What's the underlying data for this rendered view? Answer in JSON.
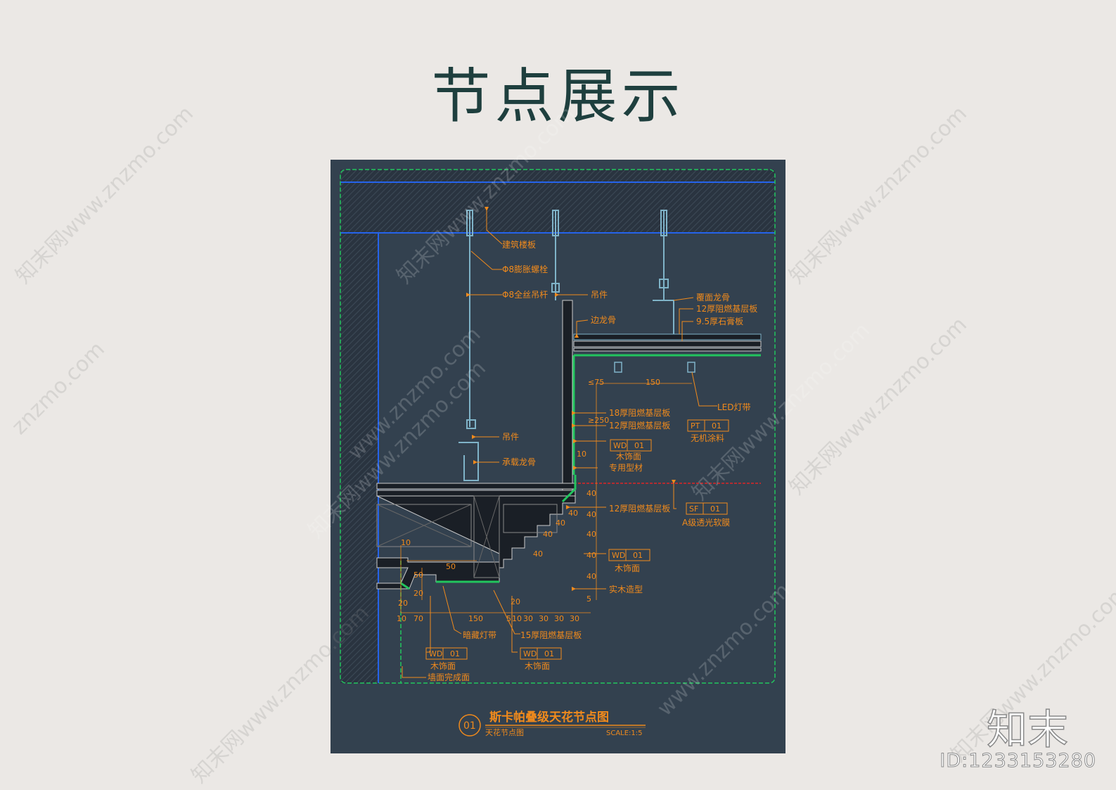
{
  "page": {
    "title": "节点展示"
  },
  "drawing": {
    "title": "斯卡帕叠级天花节点图",
    "subtitle": "天花节点图",
    "number": "01",
    "scale": "SCALE:1:5",
    "labels": {
      "slab": "建筑楼板",
      "bolt": "Φ8膨胀螺栓",
      "rod": "Φ8全丝吊杆",
      "hanger_top": "吊件",
      "edge_keel": "边龙骨",
      "cover_keel": "覆面龙骨",
      "board12_top": "12厚阻燃基层板",
      "gypsum": "9.5厚石膏板",
      "led": "LED灯带",
      "board18": "18厚阻燃基层板",
      "board12_mid": "12厚阻燃基层板",
      "paint": "无机涂料",
      "wood_veneer_1": "木饰面",
      "profile": "专用型材",
      "hanger_low": "吊件",
      "main_keel": "承载龙骨",
      "board12_low": "12厚阻燃基层板",
      "film": "A级透光软膜",
      "wood_veneer_2": "木饰面",
      "solid_wood": "实木造型",
      "hidden_light": "暗藏灯带",
      "board15": "15厚阻燃基层板",
      "wood_veneer_3": "木饰面",
      "wood_veneer_4": "木饰面",
      "wall_finish": "墙面完成面"
    },
    "tags": {
      "pt": [
        "PT",
        "01"
      ],
      "wd1": [
        "WD",
        "01"
      ],
      "sf": [
        "SF",
        "01"
      ],
      "wd2": [
        "WD",
        "01"
      ],
      "wd3": [
        "WD",
        "01"
      ],
      "wd4": [
        "WD",
        "01"
      ]
    },
    "dims": {
      "d75": "≤75",
      "d150a": "150",
      "d250": "≥250",
      "d10a": "10",
      "d40a": "40",
      "d40b": "40",
      "d40c": "40",
      "d40d": "40",
      "d40e": "40",
      "d40f": "40",
      "d40g": "40",
      "d40h": "40",
      "d40i": "40",
      "d5": "5",
      "d10b": "10",
      "d50a": "50",
      "d50b": "50",
      "d20a": "20",
      "d20b": "20",
      "d20c": "20",
      "d10c": "10",
      "d70": "70",
      "d150b": "150",
      "d5b": "5",
      "d10d": "10",
      "d30a": "30",
      "d30b": "30",
      "d30c": "30",
      "d30d": "30"
    }
  },
  "watermarks": {
    "site": "www.znzmo.com",
    "brand_site": "知末网www.znzmo.com",
    "short": "znzmo.com"
  },
  "brand": {
    "mark": "知末",
    "id": "ID:1233153280"
  },
  "colors": {
    "background": "#ebe8e5",
    "title": "#1e3f3e",
    "sheet": "#33414f",
    "annotation": "#f08a1c",
    "frame": "#22c55e",
    "slab": "#2a3440",
    "blue": "#2563eb"
  }
}
